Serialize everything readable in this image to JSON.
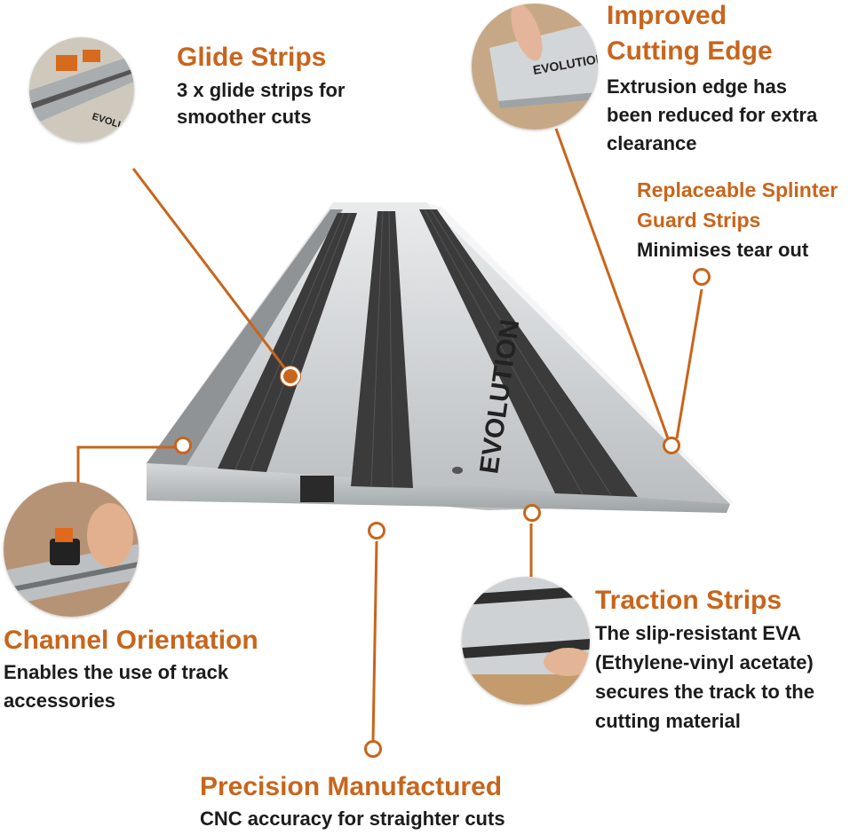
{
  "colors": {
    "accent": "#c8651c",
    "text": "#1c1c1c",
    "track": "#bfc3c5",
    "strip": "#3b3b3b"
  },
  "brand_mark": "EVOLUTION",
  "features": {
    "glide_strips": {
      "title": "Glide Strips",
      "line1": "3 x glide strips for",
      "line2": "smoother cuts",
      "icon": "track-closeup-photo"
    },
    "cutting_edge": {
      "title1": "Improved",
      "title2": "Cutting Edge",
      "line1": "Extrusion edge has",
      "line2": "been reduced for extra",
      "line3": "clearance",
      "icon": "finger-on-edge-photo"
    },
    "splinter_guard": {
      "title1": "Replaceable Splinter",
      "title2": "Guard Strips",
      "line1": "Minimises tear out"
    },
    "channel": {
      "title": "Channel Orientation",
      "line1": "Enables the use of track",
      "line2": "accessories",
      "icon": "accessory-clamp-photo"
    },
    "traction": {
      "title": "Traction Strips",
      "line1": "The slip-resistant EVA",
      "line2": "(Ethylene-vinyl acetate)",
      "line3": "secures the track to the",
      "line4": "cutting material",
      "icon": "underside-strips-photo"
    },
    "precision": {
      "title": "Precision Manufactured",
      "line1": "CNC accuracy for straighter cuts"
    }
  }
}
